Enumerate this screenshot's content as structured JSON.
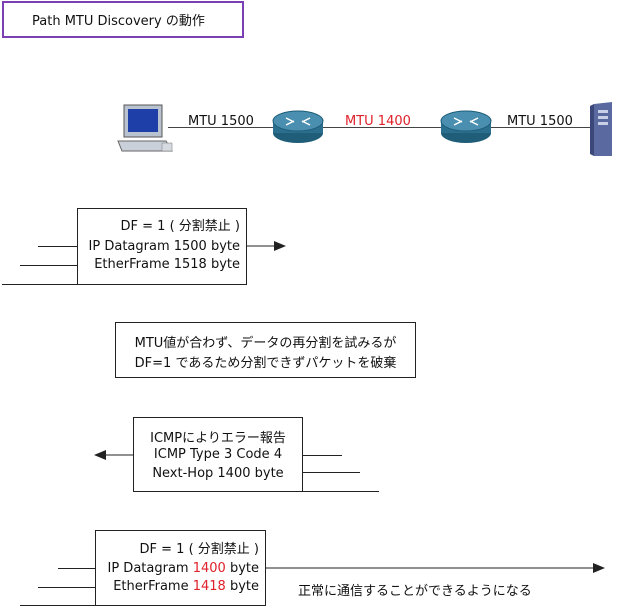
{
  "title": "Path MTU Discovery の動作",
  "topology": {
    "link_left": "MTU 1500",
    "link_middle": "MTU 1400",
    "link_right": "MTU 1500"
  },
  "packet1": {
    "df": "DF = 1 ( 分割禁止 )",
    "ip": "IP Datagram 1500 byte",
    "ether": "EtherFrame 1518 byte"
  },
  "note": {
    "line1": "MTU値が合わず、データの再分割を試みるが",
    "line2": "DF=1 であるため分割できずパケットを破棄"
  },
  "icmp": {
    "line1": "ICMPによりエラー報告",
    "line2": "ICMP Type 3  Code 4",
    "line3": "Next-Hop 1400 byte"
  },
  "packet2": {
    "df": "DF = 1 ( 分割禁止 )",
    "ip_prefix": "IP Datagram ",
    "ip_value": "1400",
    "ip_suffix": " byte",
    "ether_prefix": "EtherFrame ",
    "ether_value": "1418",
    "ether_suffix": " byte"
  },
  "result": "正常に通信することができるようになる",
  "colors": {
    "accent": "#7b3fb4",
    "highlight": "#e0202a",
    "router": "#2b6f8f"
  }
}
